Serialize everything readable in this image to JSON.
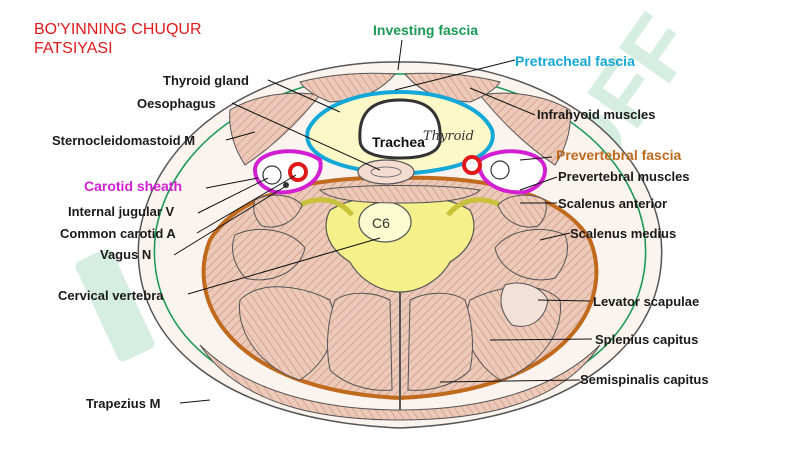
{
  "title": {
    "line1": "BO'YINNING CHUQUR",
    "line2": "FATSIYASI"
  },
  "labels": {
    "investing_fascia": "Investing fascia",
    "pretracheal_fascia": "Pretracheal fascia",
    "thyroid_gland": "Thyroid  gland",
    "oesophagus": "Oesophagus",
    "infrahyoid_muscles": "Infrahyoid muscles",
    "sternocleidomastoid": "Sternocleidomastoid M",
    "trachea": "Trachea",
    "thyroid_inner": "Thyroid",
    "prevertebral_fascia": "Prevertebral fascia",
    "carotid_sheath": "Carotid sheath",
    "prevertebral_muscles": "Prevertebral muscles",
    "internal_jugular": "Internal jugular V",
    "scalenus_anterior": "Scalenus anterior",
    "common_carotid": "Common carotid A",
    "scalenus_medius": "Scalenus medius",
    "vagus": "Vagus N",
    "cervical_vertebra": "Cervical vertebra",
    "levator_scapulae": "Levator scapulae",
    "splenius_capitus": "Splenius capitus",
    "semispinalis_capitus": "Semispinalis capitus",
    "trapezius": "Trapezius M",
    "vertebra_body": "C6"
  },
  "colors": {
    "investing": "#1a9a55",
    "pretracheal": "#13a8d8",
    "prevertebral": "#c06a1e",
    "carotid": "#d11fd1",
    "title": "#e01a1a",
    "muscle": "#e9c4b4",
    "bone": "#f5f08a",
    "artery": "#e01a1a"
  },
  "watermark": "SOFF"
}
